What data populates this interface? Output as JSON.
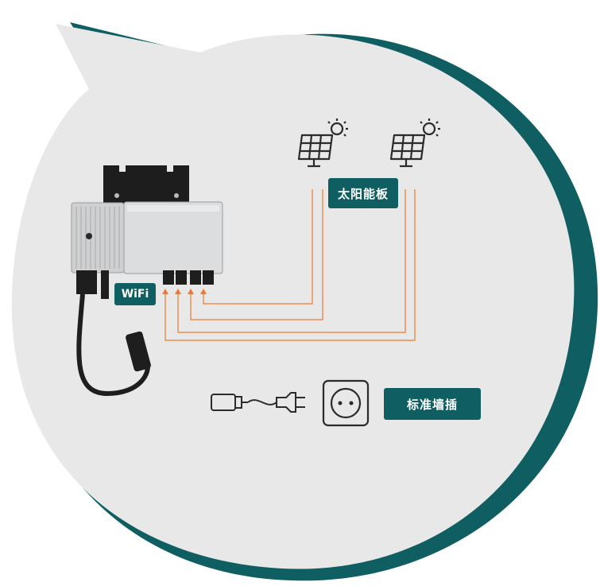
{
  "colors": {
    "accent": "#0f5e62",
    "bubble": "#e8e8e8",
    "wire": "#f07a2c",
    "device": "#d9dadb",
    "icon": "#2b2b2b"
  },
  "labels": {
    "wifi": "WiFi",
    "solar_panel": "太阳能板",
    "wall_socket": "标准墙插"
  },
  "icons": [
    "inverter-device",
    "solar-panel-icon",
    "solar-panel-icon",
    "usb-cable-icon",
    "power-plug-icon",
    "wall-socket-icon"
  ]
}
